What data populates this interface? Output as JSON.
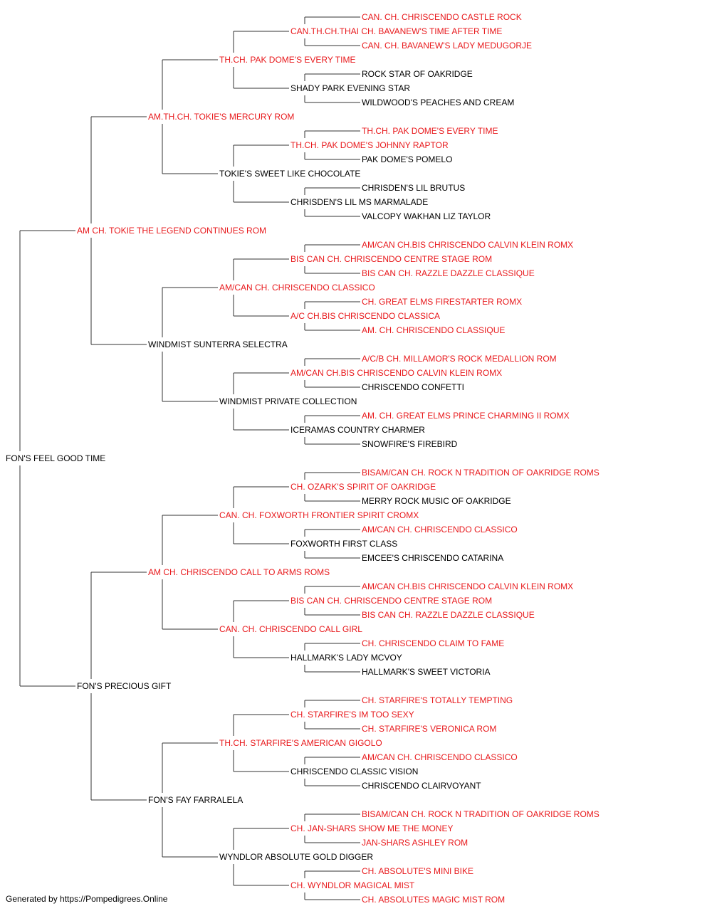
{
  "colors": {
    "champion": "#e8191c",
    "normal": "#000000",
    "line": "#333333"
  },
  "footer": "Generated by https://Pompedigrees.Online",
  "pedigree": {
    "name": "FON'S FEEL GOOD TIME",
    "champion": false,
    "sire": {
      "name": "AM CH. TOKIE THE LEGEND CONTINUES ROM",
      "champion": true,
      "sire": {
        "name": "AM.TH.CH. TOKIE'S MERCURY ROM",
        "champion": true,
        "sire": {
          "name": "TH.CH. PAK DOME'S EVERY TIME",
          "champion": true,
          "sire": {
            "name": "CAN.TH.CH.THAI CH. BAVANEW'S TIME AFTER TIME",
            "champion": true,
            "sire": {
              "name": "CAN. CH. CHRISCENDO CASTLE ROCK",
              "champion": true
            },
            "dam": {
              "name": "CAN. CH. BAVANEW'S LADY MEDUGORJE",
              "champion": true
            }
          },
          "dam": {
            "name": "SHADY PARK EVENING STAR",
            "champion": false,
            "sire": {
              "name": "ROCK STAR OF OAKRIDGE",
              "champion": false
            },
            "dam": {
              "name": "WILDWOOD'S PEACHES AND CREAM",
              "champion": false
            }
          }
        },
        "dam": {
          "name": "TOKIE'S SWEET LIKE CHOCOLATE",
          "champion": false,
          "sire": {
            "name": "TH.CH. PAK DOME'S JOHNNY RAPTOR",
            "champion": true,
            "sire": {
              "name": "TH.CH. PAK DOME'S EVERY TIME",
              "champion": true
            },
            "dam": {
              "name": "PAK DOME'S POMELO",
              "champion": false
            }
          },
          "dam": {
            "name": "CHRISDEN'S LIL MS MARMALADE",
            "champion": false,
            "sire": {
              "name": "CHRISDEN'S LIL BRUTUS",
              "champion": false
            },
            "dam": {
              "name": "VALCOPY WAKHAN LIZ TAYLOR",
              "champion": false
            }
          }
        }
      },
      "dam": {
        "name": "WINDMIST SUNTERRA SELECTRA",
        "champion": false,
        "sire": {
          "name": "AM/CAN CH. CHRISCENDO CLASSICO",
          "champion": true,
          "sire": {
            "name": "BIS CAN CH. CHRISCENDO CENTRE STAGE ROM",
            "champion": true,
            "sire": {
              "name": "AM/CAN CH.BIS CHRISCENDO CALVIN KLEIN ROMX",
              "champion": true
            },
            "dam": {
              "name": "BIS CAN CH. RAZZLE DAZZLE CLASSIQUE",
              "champion": true
            }
          },
          "dam": {
            "name": "A/C CH.BIS CHRISCENDO CLASSICA",
            "champion": true,
            "sire": {
              "name": "CH. GREAT ELMS FIRESTARTER ROMX",
              "champion": true
            },
            "dam": {
              "name": "AM. CH. CHRISCENDO CLASSIQUE",
              "champion": true
            }
          }
        },
        "dam": {
          "name": "WINDMIST PRIVATE COLLECTION",
          "champion": false,
          "sire": {
            "name": "AM/CAN CH.BIS CHRISCENDO CALVIN KLEIN ROMX",
            "champion": true,
            "sire": {
              "name": "A/C/B CH. MILLAMOR'S ROCK MEDALLION ROM",
              "champion": true
            },
            "dam": {
              "name": "CHRISCENDO CONFETTI",
              "champion": false
            }
          },
          "dam": {
            "name": "ICERAMAS COUNTRY CHARMER",
            "champion": false,
            "sire": {
              "name": "AM. CH. GREAT ELMS PRINCE CHARMING II ROMX",
              "champion": true
            },
            "dam": {
              "name": "SNOWFIRE'S FIREBIRD",
              "champion": false
            }
          }
        }
      }
    },
    "dam": {
      "name": "FON'S PRECIOUS GIFT",
      "champion": false,
      "sire": {
        "name": "AM CH. CHRISCENDO CALL TO ARMS ROMS",
        "champion": true,
        "sire": {
          "name": "CAN. CH. FOXWORTH FRONTIER SPIRIT CROMX",
          "champion": true,
          "sire": {
            "name": "CH. OZARK'S SPIRIT OF OAKRIDGE",
            "champion": true,
            "sire": {
              "name": "BISAM/CAN CH. ROCK N TRADITION OF OAKRIDGE ROMS",
              "champion": true
            },
            "dam": {
              "name": "MERRY ROCK MUSIC OF OAKRIDGE",
              "champion": false
            }
          },
          "dam": {
            "name": "FOXWORTH FIRST CLASS",
            "champion": false,
            "sire": {
              "name": "AM/CAN CH. CHRISCENDO CLASSICO",
              "champion": true
            },
            "dam": {
              "name": "EMCEE'S CHRISCENDO CATARINA",
              "champion": false
            }
          }
        },
        "dam": {
          "name": "CAN. CH. CHRISCENDO CALL GIRL",
          "champion": true,
          "sire": {
            "name": "BIS CAN CH. CHRISCENDO CENTRE STAGE ROM",
            "champion": true,
            "sire": {
              "name": "AM/CAN CH.BIS CHRISCENDO CALVIN KLEIN ROMX",
              "champion": true
            },
            "dam": {
              "name": "BIS CAN CH. RAZZLE DAZZLE CLASSIQUE",
              "champion": true
            }
          },
          "dam": {
            "name": "HALLMARK'S LADY MCVOY",
            "champion": false,
            "sire": {
              "name": "CH. CHRISCENDO CLAIM TO FAME",
              "champion": true
            },
            "dam": {
              "name": "HALLMARK'S SWEET VICTORIA",
              "champion": false
            }
          }
        }
      },
      "dam": {
        "name": "FON'S FAY FARRALELA",
        "champion": false,
        "sire": {
          "name": "TH.CH. STARFIRE'S AMERICAN GIGOLO",
          "champion": true,
          "sire": {
            "name": "CH. STARFIRE'S IM TOO SEXY",
            "champion": true,
            "sire": {
              "name": "CH. STARFIRE'S TOTALLY TEMPTING",
              "champion": true
            },
            "dam": {
              "name": "CH. STARFIRE'S VERONICA ROM",
              "champion": true
            }
          },
          "dam": {
            "name": "CHRISCENDO CLASSIC VISION",
            "champion": false,
            "sire": {
              "name": "AM/CAN CH. CHRISCENDO CLASSICO",
              "champion": true
            },
            "dam": {
              "name": "CHRISCENDO CLAIRVOYANT",
              "champion": false
            }
          }
        },
        "dam": {
          "name": "WYNDLOR ABSOLUTE GOLD DIGGER",
          "champion": false,
          "sire": {
            "name": "CH. JAN-SHARS SHOW ME THE MONEY",
            "champion": true,
            "sire": {
              "name": "BISAM/CAN CH. ROCK N TRADITION OF OAKRIDGE ROMS",
              "champion": true
            },
            "dam": {
              "name": "JAN-SHARS ASHLEY ROM",
              "champion": true
            }
          },
          "dam": {
            "name": "CH. WYNDLOR MAGICAL MIST",
            "champion": true,
            "sire": {
              "name": "CH. ABSOLUTE'S MINI BIKE",
              "champion": true
            },
            "dam": {
              "name": "CH. ABSOLUTES MAGIC MIST ROM",
              "champion": true
            }
          }
        }
      }
    }
  }
}
